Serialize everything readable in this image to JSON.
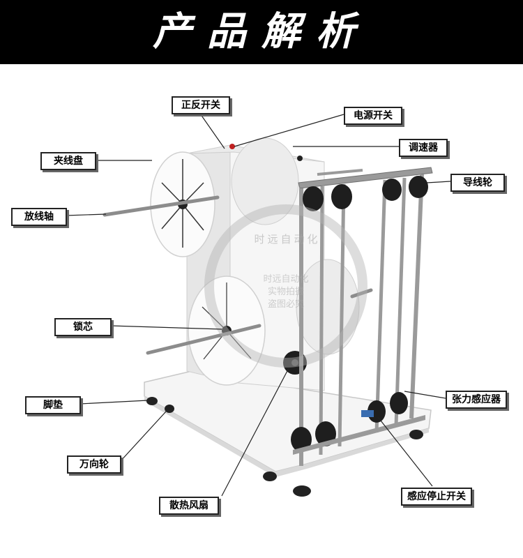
{
  "header": {
    "title": "产品解析"
  },
  "callouts": {
    "forward_reverse_switch": "正反开关",
    "power_switch": "电源开关",
    "speed_regulator": "调速器",
    "clamp_reel": "夹线盘",
    "guide_wheel": "导线轮",
    "payoff_shaft": "放线轴",
    "lock_core": "锁芯",
    "tension_sensor": "张力感应器",
    "foot_pad": "脚垫",
    "universal_wheel": "万向轮",
    "sensor_stop_switch": "感应停止开关",
    "cooling_fan": "散热风扇"
  },
  "watermark": {
    "ring_text": "时远自动化",
    "center_lines": [
      "时远自动化",
      "实物拍摄",
      "盗图必究"
    ]
  },
  "colors": {
    "header_bg": "#000000",
    "header_text": "#ffffff",
    "machine_body": "#f2f2f2",
    "rail": "#9a9a9a",
    "roller": "#1e1e1e"
  }
}
